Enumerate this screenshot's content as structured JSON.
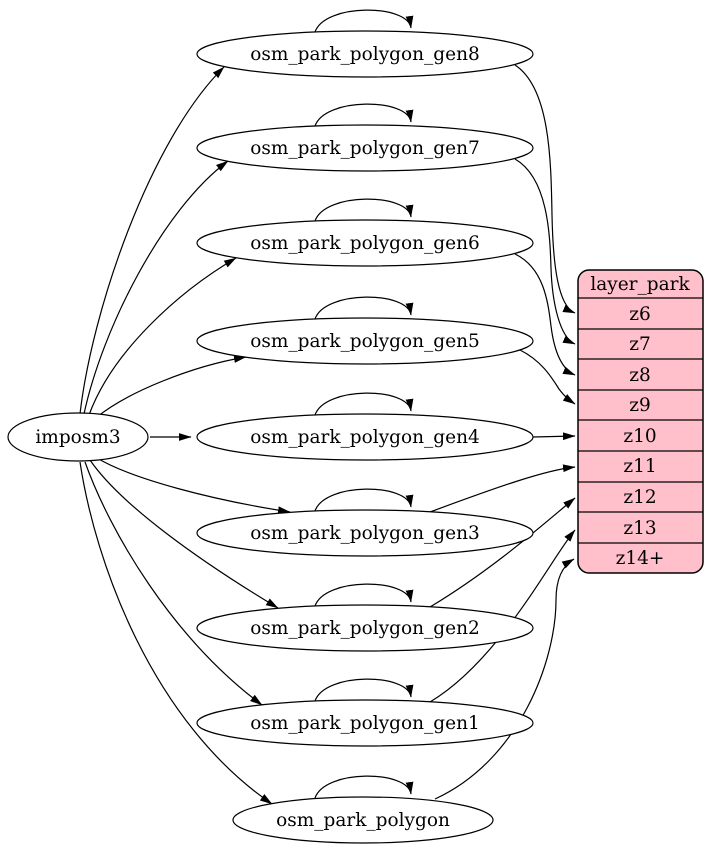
{
  "diagram": {
    "source_node": {
      "label": "imposm3"
    },
    "import_tables": [
      {
        "label": "osm_park_polygon_gen8",
        "feeds_zoom": "z6"
      },
      {
        "label": "osm_park_polygon_gen7",
        "feeds_zoom": "z7"
      },
      {
        "label": "osm_park_polygon_gen6",
        "feeds_zoom": "z8"
      },
      {
        "label": "osm_park_polygon_gen5",
        "feeds_zoom": "z9"
      },
      {
        "label": "osm_park_polygon_gen4",
        "feeds_zoom": "z10"
      },
      {
        "label": "osm_park_polygon_gen3",
        "feeds_zoom": "z11"
      },
      {
        "label": "osm_park_polygon_gen2",
        "feeds_zoom": "z12"
      },
      {
        "label": "osm_park_polygon_gen1",
        "feeds_zoom": "z13"
      },
      {
        "label": "osm_park_polygon",
        "feeds_zoom": "z14+"
      }
    ],
    "edges": {
      "from_source": [
        "osm_park_polygon_gen8",
        "osm_park_polygon_gen7",
        "osm_park_polygon_gen6",
        "osm_park_polygon_gen5",
        "osm_park_polygon_gen4",
        "osm_park_polygon_gen3",
        "osm_park_polygon_gen2",
        "osm_park_polygon_gen1",
        "osm_park_polygon"
      ],
      "self_loops": [
        "osm_park_polygon_gen8",
        "osm_park_polygon_gen7",
        "osm_park_polygon_gen6",
        "osm_park_polygon_gen5",
        "osm_park_polygon_gen4",
        "osm_park_polygon_gen3",
        "osm_park_polygon_gen2",
        "osm_park_polygon_gen1",
        "osm_park_polygon"
      ]
    },
    "layer_table": {
      "title": "layer_park",
      "rows": [
        "z6",
        "z7",
        "z8",
        "z9",
        "z10",
        "z11",
        "z12",
        "z13",
        "z14+"
      ]
    },
    "colors": {
      "layer_table_fill": "#ffc0cb",
      "node_fill": "#ffffff",
      "edge": "#000000"
    }
  }
}
